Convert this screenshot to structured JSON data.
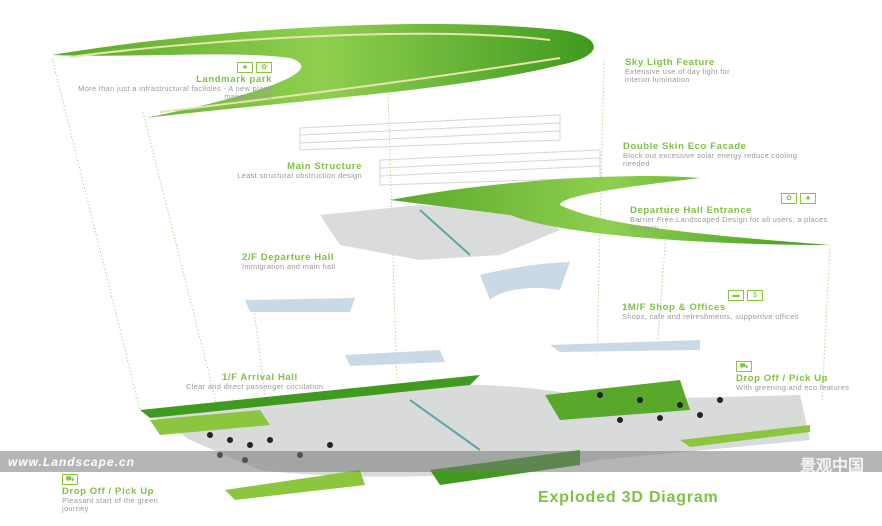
{
  "labels": {
    "landmark_park": {
      "title": "Landmark park",
      "desc": "More than just a infrastructural facilities - A new place maker for HK",
      "icons": [
        "plant-icon",
        "tree-icon"
      ]
    },
    "main_structure": {
      "title": "Main Structure",
      "desc": "Least structural obstruction design"
    },
    "departure_hall": {
      "title": "2/F Departure Hall",
      "desc": "Immigration and main hall"
    },
    "arrival_hall": {
      "title": "1/F Arrival Hall",
      "desc": "Clear and direct passenger circulation"
    },
    "drop_off_left": {
      "title": "Drop Off / Pick Up",
      "desc": "Pleasant start of the green journey",
      "icons": [
        "car-icon"
      ]
    },
    "sky_light": {
      "title": "Sky Ligth Feature",
      "desc": "Extensive use of day light for interior lumination"
    },
    "double_skin": {
      "title": "Double Skin Eco Facade",
      "desc": "Block out excessive solar energy reduce cooling needed"
    },
    "departure_entrance": {
      "title": "Departure Hall Entrance",
      "desc": "Barrier Free Landscaped Design for all users, a places to enjoy",
      "icons": [
        "tree-icon",
        "plant-icon"
      ]
    },
    "shop_offices": {
      "title": "1M/F Shop & Offices",
      "desc": "Shops, cafe and refreshments, supportive offices",
      "icons": [
        "shop-icon",
        "dollar-icon"
      ]
    },
    "drop_off_right": {
      "title": "Drop Off / Pick Up",
      "desc": "With greening and eco features",
      "icons": [
        "car-icon"
      ]
    }
  },
  "icon_glyphs": {
    "plant": "♣",
    "tree": "✿",
    "shop": "▬",
    "dollar": "$",
    "car": "⛟"
  },
  "caption": "Exploded 3D Diagram",
  "watermark": {
    "left": "www.Landscape.cn",
    "right": "景观中国"
  },
  "colors": {
    "green": "#7dc242",
    "dark_green": "#3f9a1e",
    "grey_slab": "#d6d8d8",
    "blue": "#c9d9e6"
  }
}
